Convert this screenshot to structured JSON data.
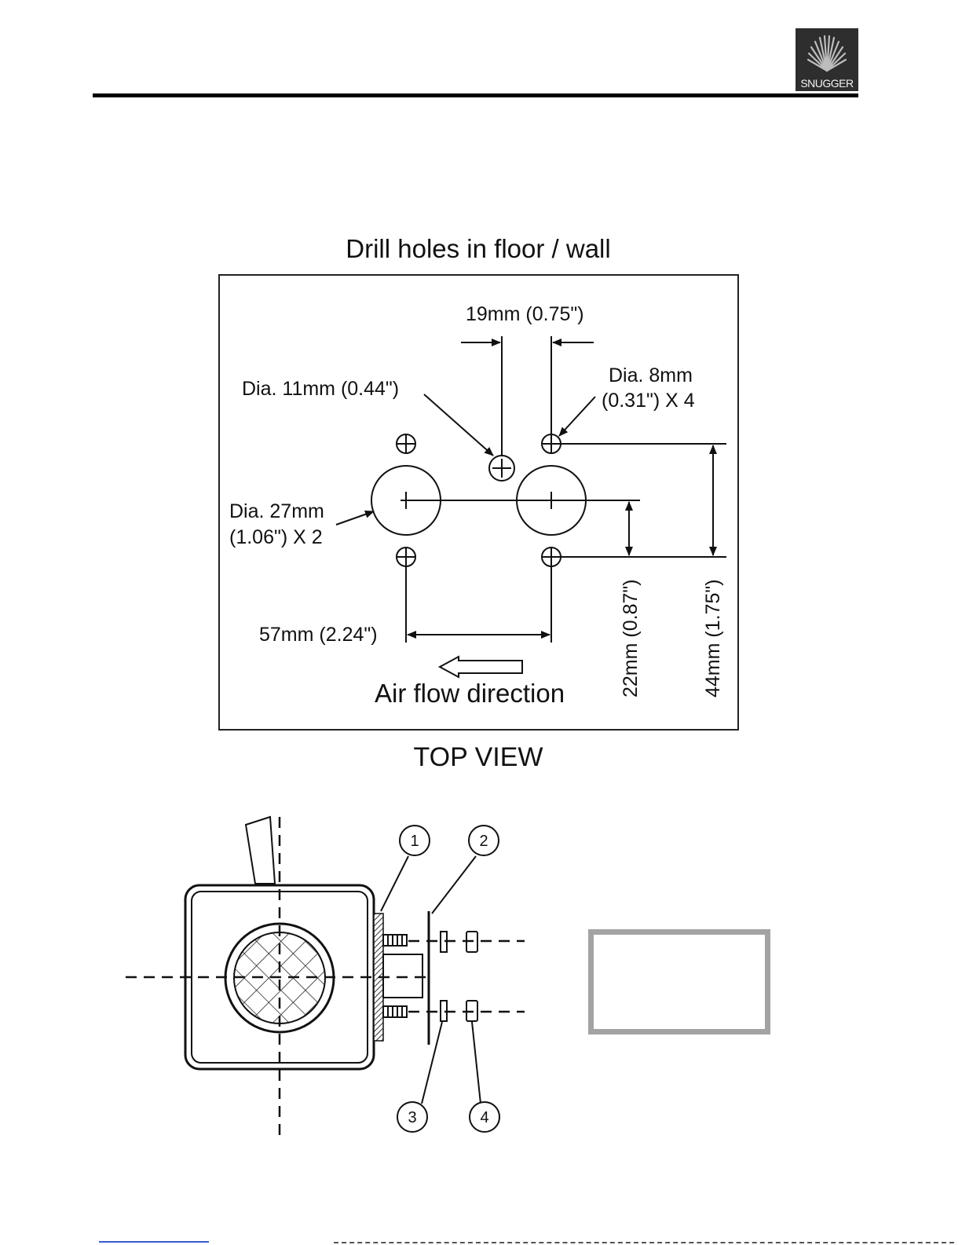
{
  "header": {
    "logo_text": "SNUGGER"
  },
  "top_view": {
    "title": "Drill holes in floor / wall",
    "caption": "TOP VIEW",
    "labels": {
      "spacing_19": "19mm (0.75\")",
      "dia_11": "Dia. 11mm (0.44\")",
      "dia_8_line1": "Dia. 8mm",
      "dia_8_line2": "(0.31\") X 4",
      "dia_27_line1": "Dia. 27mm",
      "dia_27_line2": "(1.06\") X 2",
      "spacing_57": "57mm (2.24\")",
      "spacing_22": "22mm (0.87\")",
      "spacing_44": "44mm (1.75\")",
      "airflow": "Air flow direction"
    }
  },
  "side_view": {
    "callouts": [
      "1",
      "2",
      "3",
      "4"
    ]
  }
}
